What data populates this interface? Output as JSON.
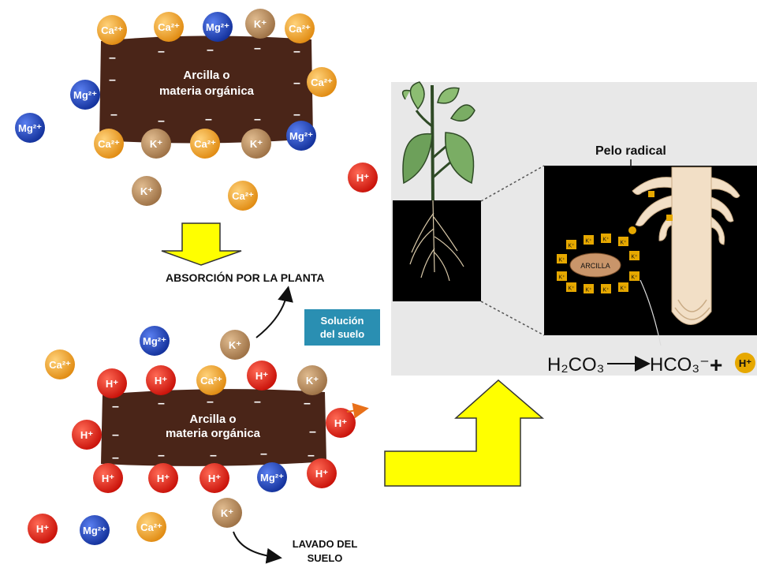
{
  "top_diagram": {
    "clay_label_line1": "Arcilla o",
    "clay_label_line2": "materia orgánica",
    "ions": [
      {
        "label": "Ca²⁺",
        "type": "Ca"
      },
      {
        "label": "Ca²⁺",
        "type": "Ca"
      },
      {
        "label": "Mg²⁺",
        "type": "Mg"
      },
      {
        "label": "K⁺",
        "type": "K"
      },
      {
        "label": "Ca²⁺",
        "type": "Ca"
      },
      {
        "label": "Mg²⁺",
        "type": "Mg"
      },
      {
        "label": "Ca²⁺",
        "type": "Ca"
      },
      {
        "label": "Mg²⁺",
        "type": "Mg"
      },
      {
        "label": "Ca²⁺",
        "type": "Ca"
      },
      {
        "label": "K⁺",
        "type": "K"
      },
      {
        "label": "Ca²⁺",
        "type": "Ca"
      },
      {
        "label": "K⁺",
        "type": "K"
      },
      {
        "label": "Mg²⁺",
        "type": "Mg"
      },
      {
        "label": "H⁺",
        "type": "H"
      },
      {
        "label": "K⁺",
        "type": "K"
      },
      {
        "label": "Ca²⁺",
        "type": "Ca"
      }
    ]
  },
  "bottom_diagram": {
    "absorption_label": "ABSORCIÓN POR LA PLANTA",
    "solution_line1": "Solución",
    "solution_line2": "del suelo",
    "clay_label_line1": "Arcilla o",
    "clay_label_line2": "materia orgánica",
    "leaching_line1": "LAVADO DEL",
    "leaching_line2": "SUELO",
    "ions": [
      {
        "label": "Mg²⁺",
        "type": "Mg"
      },
      {
        "label": "K⁺",
        "type": "K"
      },
      {
        "label": "Ca²⁺",
        "type": "Ca"
      },
      {
        "label": "H⁺",
        "type": "H"
      },
      {
        "label": "H⁺",
        "type": "H"
      },
      {
        "label": "Ca²⁺",
        "type": "Ca"
      },
      {
        "label": "H⁺",
        "type": "H"
      },
      {
        "label": "K⁺",
        "type": "K"
      },
      {
        "label": "H⁺",
        "type": "H"
      },
      {
        "label": "H⁺",
        "type": "H"
      },
      {
        "label": "H⁺",
        "type": "H"
      },
      {
        "label": "H⁺",
        "type": "H"
      },
      {
        "label": "H⁺",
        "type": "H"
      },
      {
        "label": "Mg²⁺",
        "type": "Mg"
      },
      {
        "label": "H⁺",
        "type": "H"
      },
      {
        "label": "K⁺",
        "type": "K"
      },
      {
        "label": "H⁺",
        "type": "H"
      },
      {
        "label": "Mg²⁺",
        "type": "Mg"
      },
      {
        "label": "Ca²⁺",
        "type": "Ca"
      }
    ]
  },
  "root_panel": {
    "root_hair_label": "Pelo radical",
    "clay_particle_label": "ARCILLA",
    "k_ion_label": "K⁺",
    "equation": {
      "reactant": "H₂CO₃",
      "product": "HCO₃⁻",
      "plus": "+",
      "ion": "H⁺"
    }
  },
  "colors": {
    "clay": "#4a2518",
    "Ca": "#f0a020",
    "Mg": "#1a3fb0",
    "K": "#b88a5a",
    "H": "#e21b12",
    "arrow_yellow": "#ffff00",
    "solution_box": "#2a8fb2",
    "panel_bg": "#e8e8e8"
  }
}
